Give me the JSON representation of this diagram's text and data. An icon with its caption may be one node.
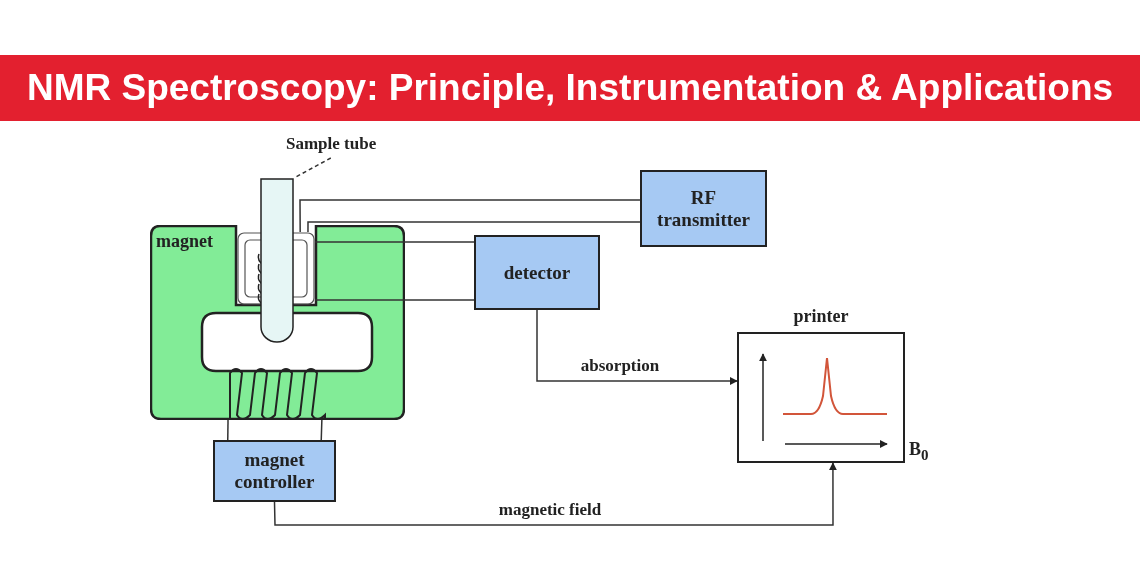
{
  "diagram": {
    "title": "NMR Spectroscopy: Principle, Instrumentation & Applications",
    "nodes": [
      {
        "text": [
          "Sample tube"
        ]
      },
      {
        "text": [],
        "shape": "cylinder"
      },
      {
        "text": [
          "magnet"
        ]
      },
      {
        "text": [],
        "shape": "box",
        "in": 2
      },
      {
        "text": [
          "RF transmitter"
        ]
      },
      {
        "text": [
          "detector"
        ]
      },
      {
        "text": [
          "printer"
        ],
        "beside": [
          "B$_{0}$"
        ]
      },
      {
        "text": [
          "magnet controller"
        ]
      }
    ],
    "edges": [
      {
        "from": 0,
        "to": 1,
        "arrow": "none",
        "style": "dashed"
      },
      {
        "from": 4,
        "to": 3,
        "arrow": "none"
      },
      {
        "from": 4,
        "to": 3,
        "arrow": "none"
      },
      {
        "from": 5,
        "to": 3,
        "arrow": "none"
      },
      {
        "from": 5,
        "to": 3,
        "arrow": "none"
      },
      {
        "from": 5,
        "to": 6,
        "arrow": "to",
        "label": "absorption"
      },
      {
        "from": 7,
        "to": 6,
        "arrow": "to",
        "label": "magnetic field"
      },
      {
        "from": 7,
        "to": 2,
        "arrow": "none"
      },
      {
        "from": 7,
        "to": 2,
        "arrow": "none"
      }
    ]
  }
}
